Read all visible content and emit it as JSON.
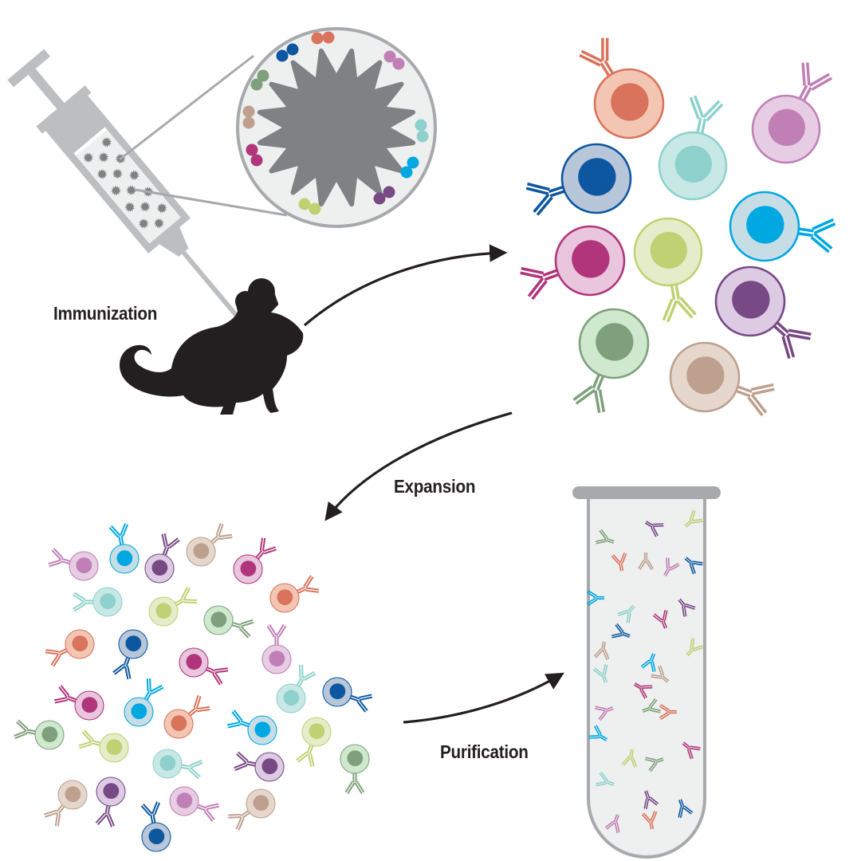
{
  "labels": {
    "immunization": "Immunization",
    "expansion": "Expansion",
    "purification": "Purification"
  },
  "colors": {
    "salmon": {
      "outer": "#f3c6b3",
      "inner": "#d9735c",
      "stroke": "#d9735c"
    },
    "teal": {
      "outer": "#c8e8e6",
      "inner": "#8ed1cc",
      "stroke": "#8ed1cc"
    },
    "orchid": {
      "outer": "#e7cde3",
      "inner": "#c07fb5",
      "stroke": "#c07fb5"
    },
    "navy": {
      "outer": "#b7c6d9",
      "inner": "#0d56a0",
      "stroke": "#0d56a0"
    },
    "sky": {
      "outer": "#c7dde6",
      "inner": "#00a8e1",
      "stroke": "#00a8e1"
    },
    "magenta": {
      "outer": "#e9c6dd",
      "inner": "#b0357b",
      "stroke": "#b0357b"
    },
    "lime": {
      "outer": "#e5ecc9",
      "inner": "#bfd173",
      "stroke": "#bfd173"
    },
    "plum": {
      "outer": "#dccbe2",
      "inner": "#774985",
      "stroke": "#774985"
    },
    "green": {
      "outer": "#cfe9cf",
      "inner": "#7fa07c",
      "stroke": "#7fa07c"
    },
    "tan": {
      "outer": "#e6d7cd",
      "inner": "#bea08f",
      "stroke": "#bea08f"
    },
    "mouse": "#231f20",
    "syringe": "#bdbec0",
    "antigen": "#808184",
    "arrow": "#231f20",
    "tube": "#a7a9ac",
    "tube_fill": "#eeefef"
  }
}
